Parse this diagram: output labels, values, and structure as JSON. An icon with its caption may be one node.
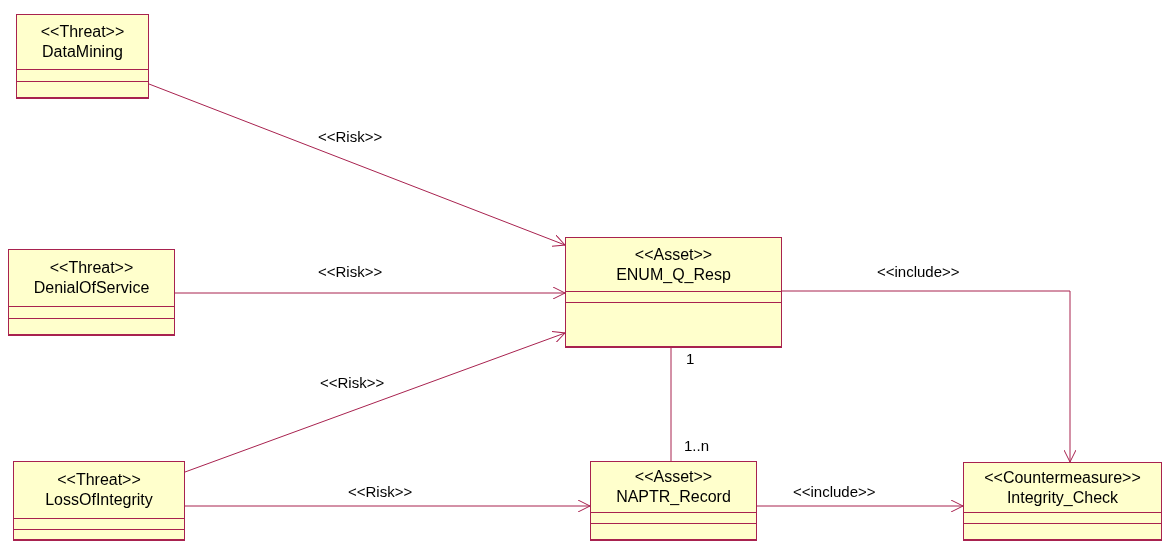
{
  "diagram": {
    "nodes": [
      {
        "text": [
          "<<Threat>>",
          "DataMining"
        ]
      },
      {
        "text": [
          "<<Threat>>",
          "DenialOfService"
        ]
      },
      {
        "text": [
          "<<Asset>>",
          "ENUM_Q_Resp"
        ]
      },
      {
        "text": [
          "<<Threat>>",
          "LossOfIntegrity"
        ]
      },
      {
        "text": [
          "<<Asset>>",
          "NAPTR_Record"
        ]
      },
      {
        "text": [
          "<<Countermeasure>>",
          "Integrity_Check"
        ]
      }
    ],
    "edges": [
      {
        "from": 0,
        "to": 2,
        "arrow": "to",
        "label": "<<Risk>>"
      },
      {
        "from": 1,
        "to": 2,
        "arrow": "to",
        "label": "<<Risk>>"
      },
      {
        "from": 3,
        "to": 2,
        "arrow": "to",
        "label": "<<Risk>>"
      },
      {
        "from": 3,
        "to": 4,
        "arrow": "to",
        "label": "<<Risk>>"
      },
      {
        "from": 2,
        "to": 5,
        "arrow": "to",
        "label": "<<include>>"
      },
      {
        "from": 2,
        "to": 4,
        "arrow": "none"
      },
      {
        "from": 4,
        "to": 5,
        "arrow": "to",
        "label": "<<include>>"
      }
    ],
    "labels": [
      "1",
      "1..n"
    ]
  }
}
